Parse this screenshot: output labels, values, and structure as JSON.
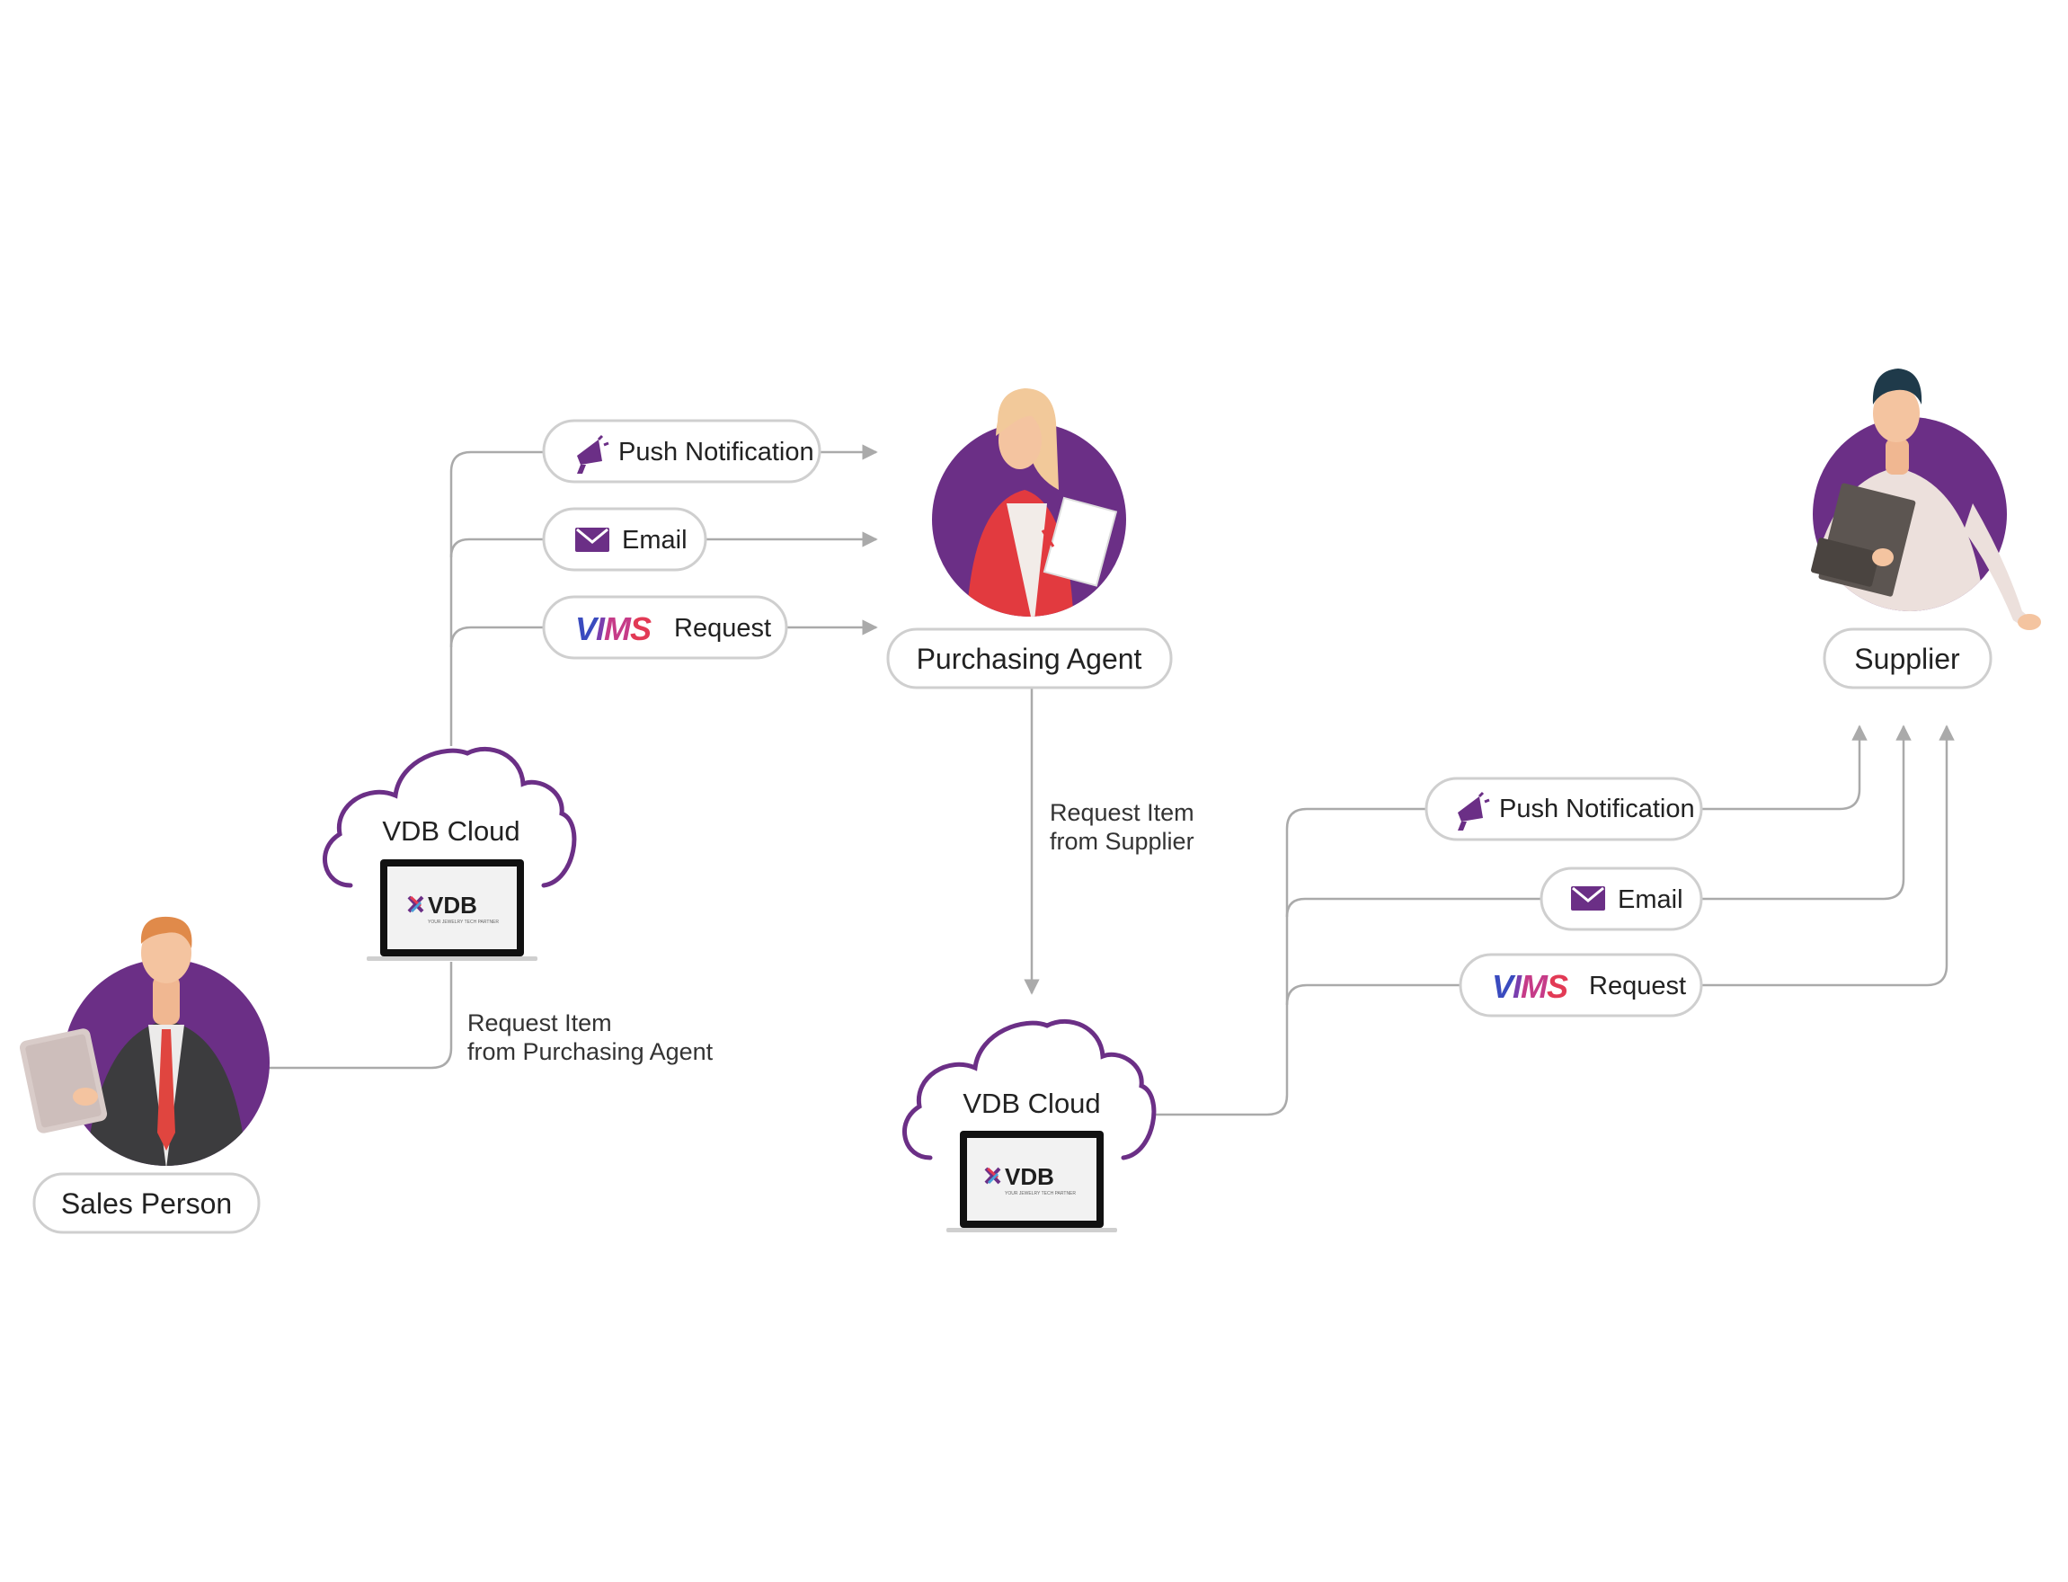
{
  "colors": {
    "purple": "#6b2f86",
    "line": "#aaaaaa",
    "pill_border": "#cfcfcf",
    "text": "#222222",
    "vims_v": "#3a4bbf",
    "vims_m": "#c63b88",
    "vims_s": "#e23a55"
  },
  "roles": {
    "sales_person": "Sales Person",
    "purchasing_agent": "Purchasing Agent",
    "supplier": "Supplier"
  },
  "clouds": {
    "left": {
      "label": "VDB Cloud",
      "logo": "VDB",
      "tagline": "YOUR JEWELRY TECH PARTNER"
    },
    "bottom": {
      "label": "VDB Cloud",
      "logo": "VDB",
      "tagline": "YOUR JEWELRY TECH PARTNER"
    }
  },
  "notes": {
    "sales_to_cloud": {
      "line1": "Request Item",
      "line2": "from Purchasing Agent"
    },
    "agent_to_cloud": {
      "line1": "Request Item",
      "line2": "from Supplier"
    }
  },
  "channels_to_agent": {
    "push": {
      "label": "Push Notification",
      "icon": "megaphone-icon"
    },
    "email": {
      "label": "Email",
      "icon": "envelope-icon"
    },
    "vims": {
      "logo": "VIMS",
      "label": "Request"
    }
  },
  "channels_to_supplier": {
    "push": {
      "label": "Push Notification",
      "icon": "megaphone-icon"
    },
    "email": {
      "label": "Email",
      "icon": "envelope-icon"
    },
    "vims": {
      "logo": "VIMS",
      "label": "Request"
    }
  }
}
